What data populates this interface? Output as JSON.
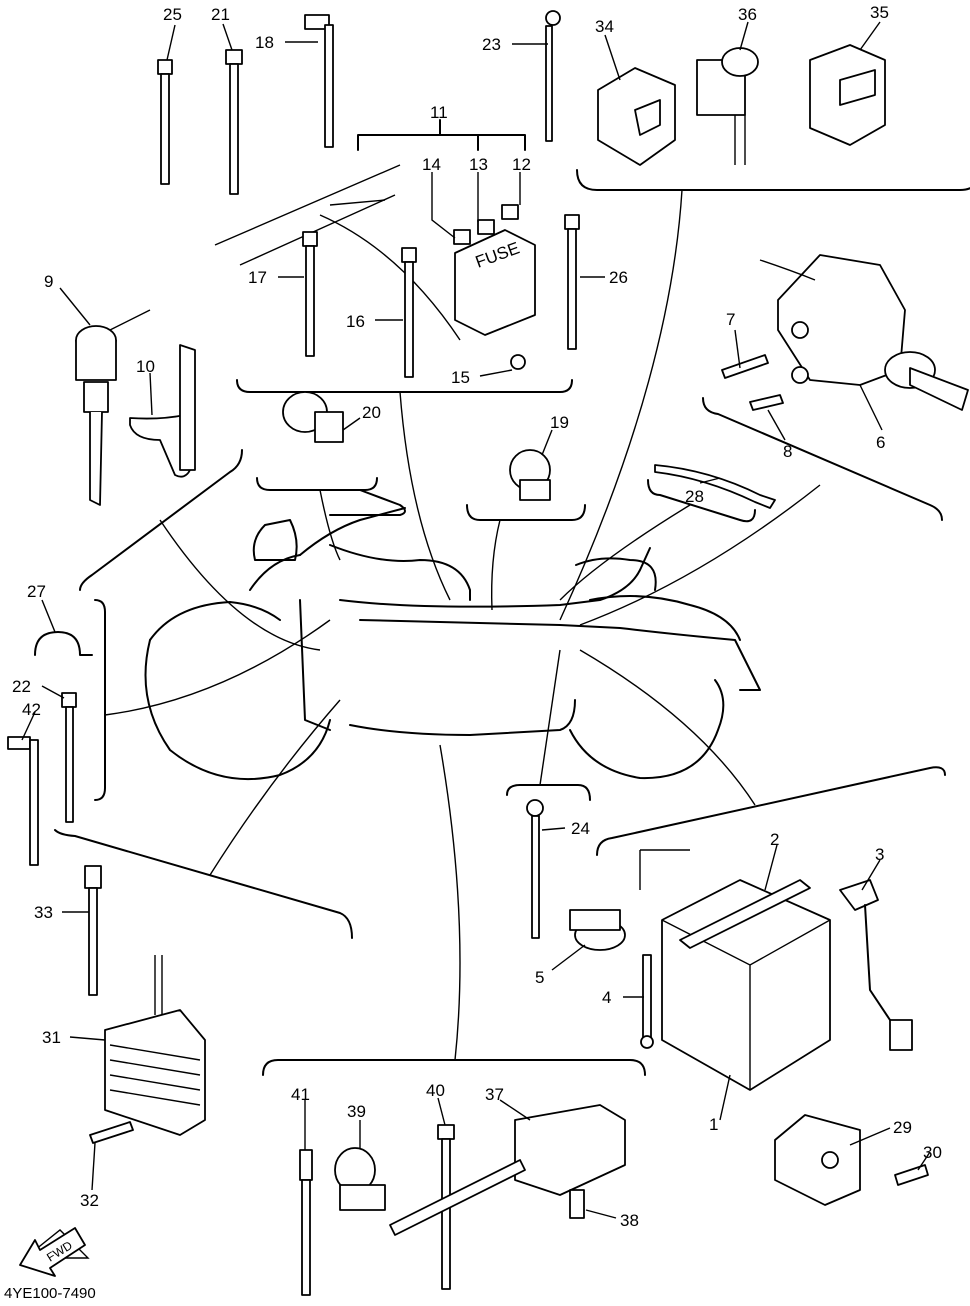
{
  "drawing_code": "4YE100-7490",
  "direction_arrow": "FWD",
  "fuse_label": "FUSE",
  "callouts": {
    "c1": "1",
    "c2": "2",
    "c3": "3",
    "c4": "4",
    "c5": "5",
    "c6": "6",
    "c7": "7",
    "c8": "8",
    "c9": "9",
    "c10": "10",
    "c11": "11",
    "c12": "12",
    "c13": "13",
    "c14": "14",
    "c15": "15",
    "c16": "16",
    "c17": "17",
    "c18": "18",
    "c19": "19",
    "c20": "20",
    "c21": "21",
    "c22": "22",
    "c23": "23",
    "c24": "24",
    "c25": "25",
    "c26": "26",
    "c27": "27",
    "c28": "28",
    "c29": "29",
    "c30": "30",
    "c31": "31",
    "c32": "32",
    "c33": "33",
    "c34": "34",
    "c35": "35",
    "c36": "36",
    "c37": "37",
    "c38": "38",
    "c39": "39",
    "c40": "40",
    "c41": "41",
    "c42": "42"
  }
}
